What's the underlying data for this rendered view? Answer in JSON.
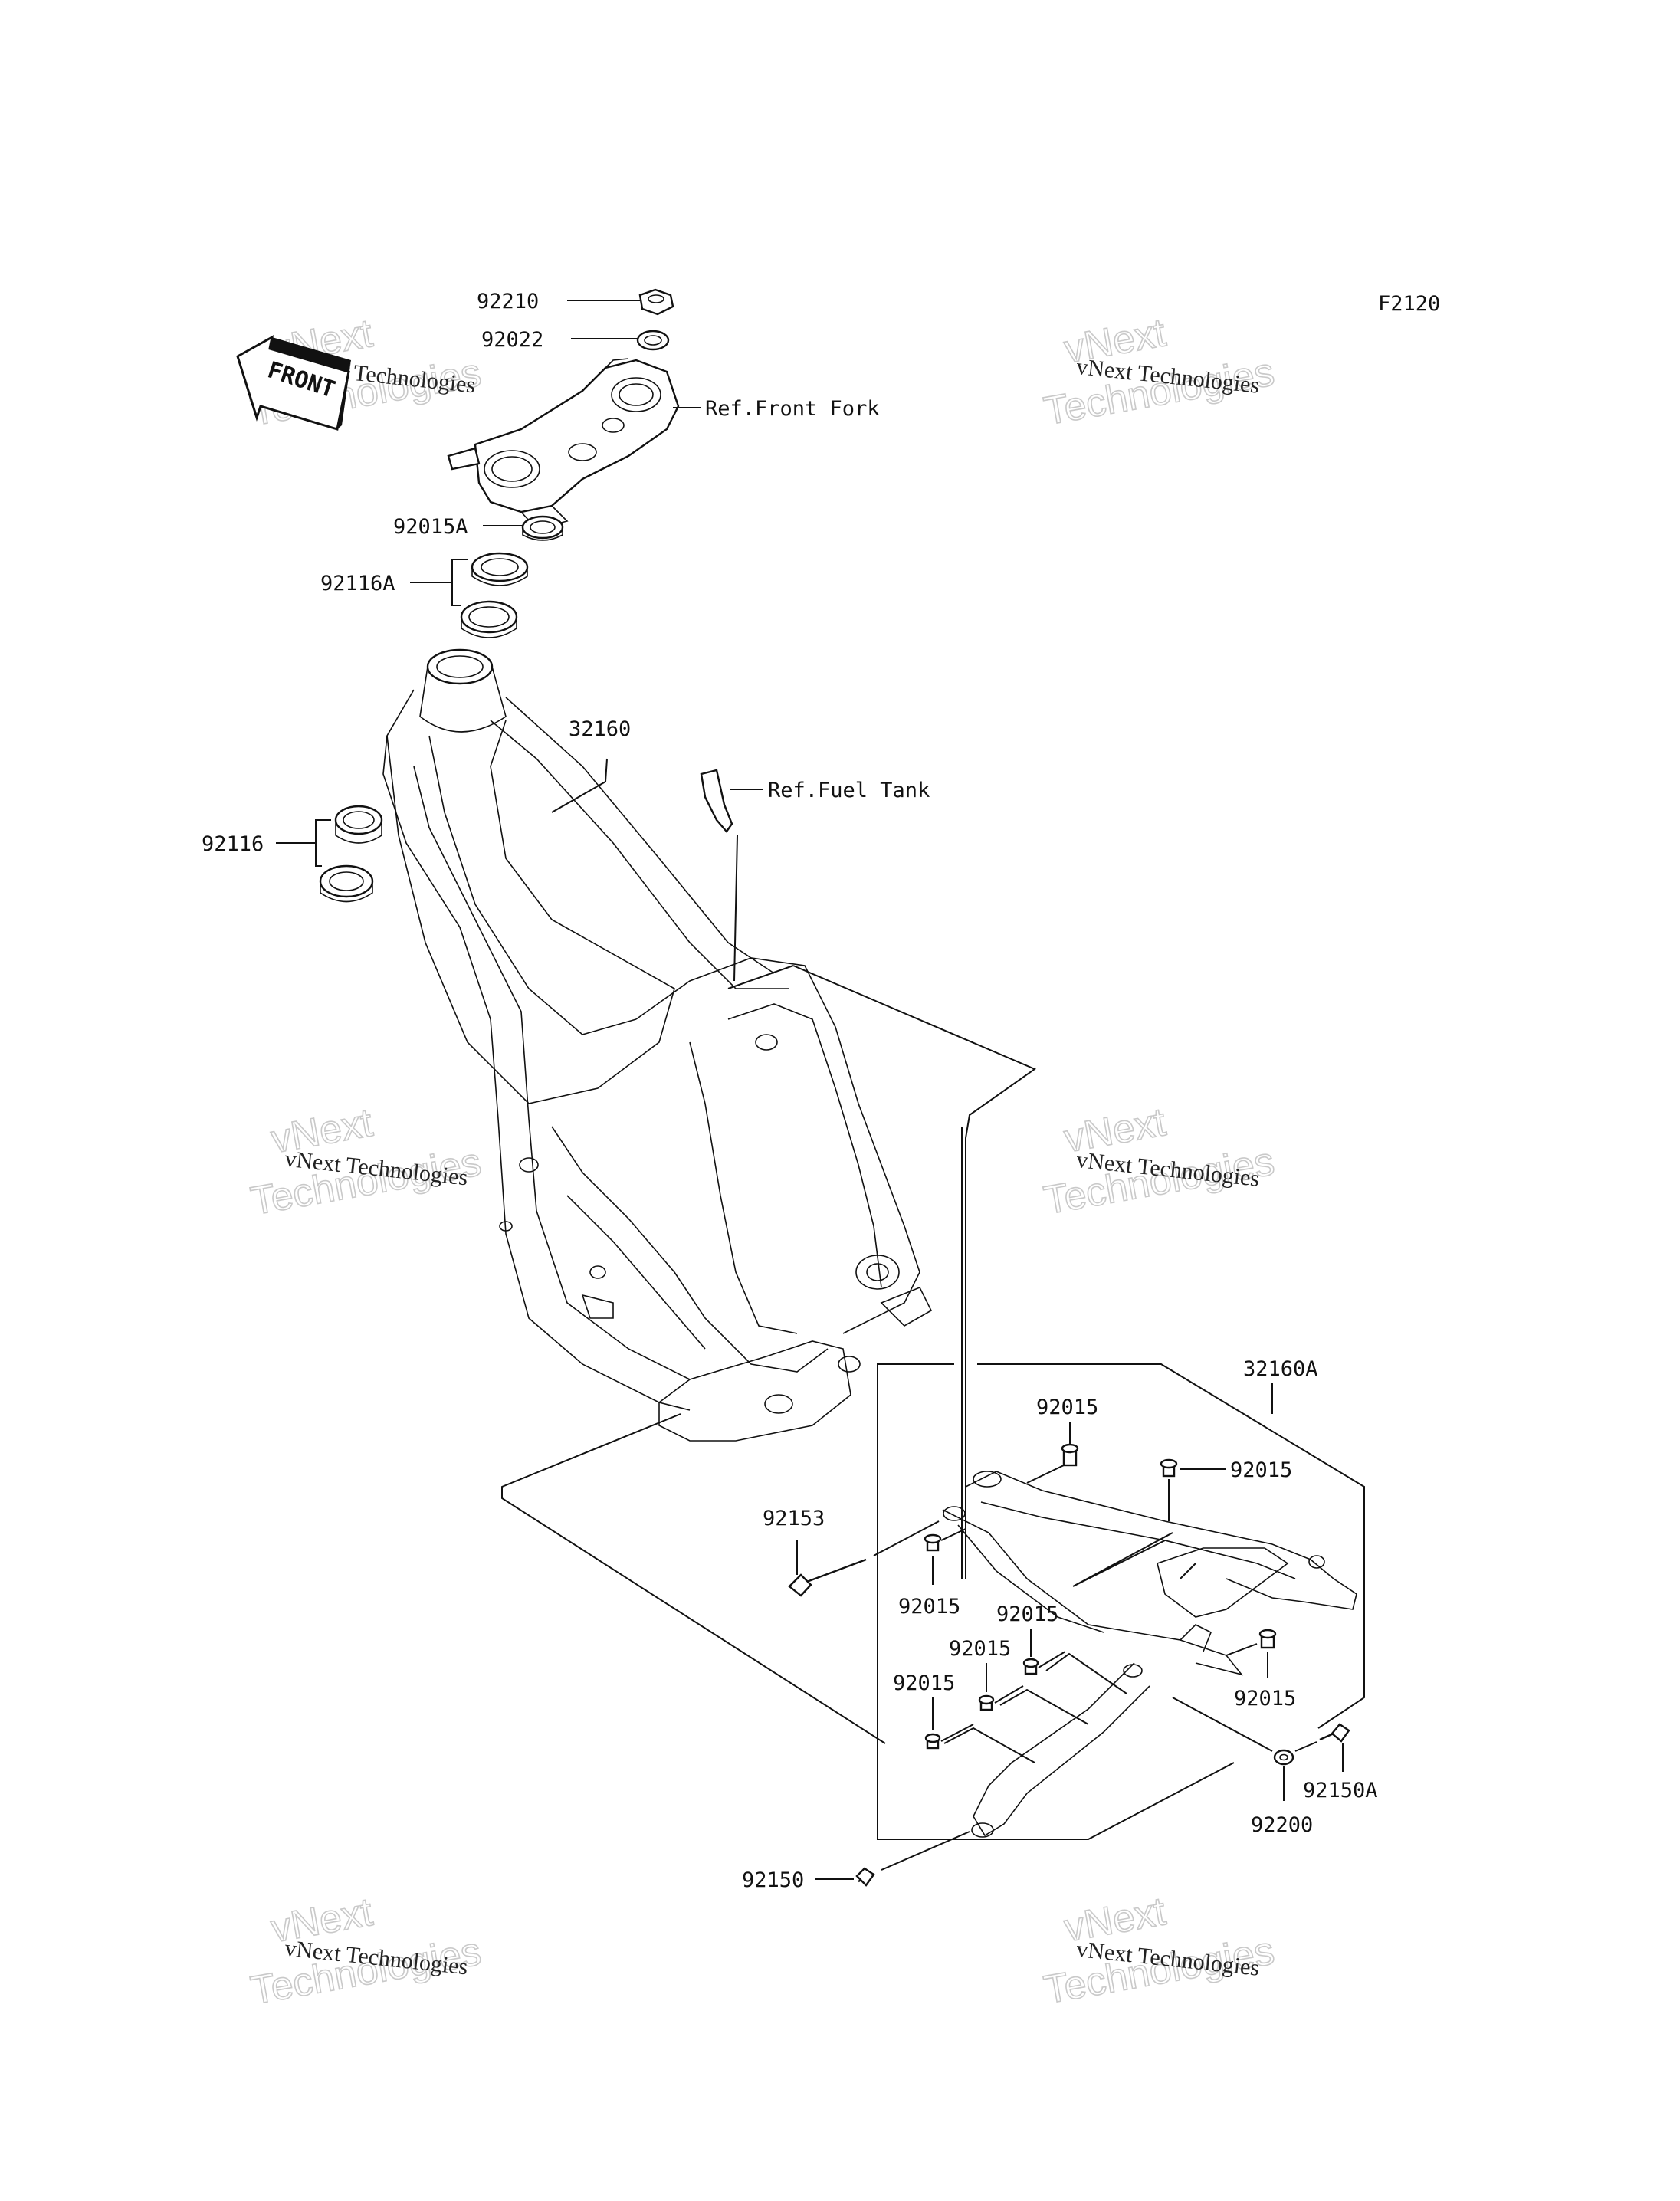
{
  "figure_code": "F2120",
  "front_label": "FRONT",
  "watermark": {
    "line1": "vNext Technologies",
    "line2": "vNext",
    "line3": "Technologies"
  },
  "labels": {
    "p92210": "92210",
    "p92022": "92022",
    "ref_front_fork": "Ref.Front Fork",
    "p92015A": "92015A",
    "p92116A": "92116A",
    "p32160": "32160",
    "ref_fuel_tank": "Ref.Fuel Tank",
    "p92116": "92116",
    "p32160A": "32160A",
    "p92015_a": "92015",
    "p92015_b": "92015",
    "p92153": "92153",
    "p92015_c": "92015",
    "p92015_d": "92015",
    "p92015_e": "92015",
    "p92015_f": "92015",
    "p92015_g": "92015",
    "p92150A": "92150A",
    "p92200": "92200",
    "p92150": "92150"
  }
}
